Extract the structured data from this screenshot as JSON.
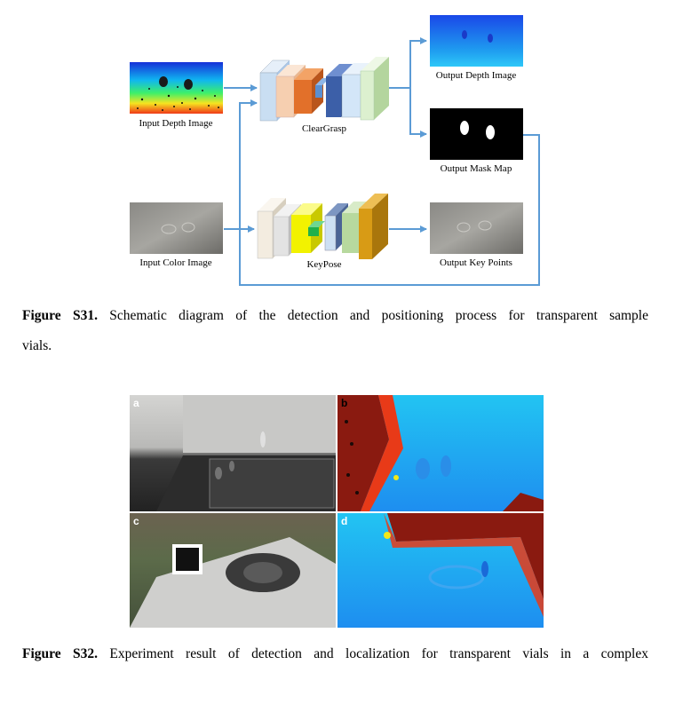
{
  "figure_s31": {
    "labels": {
      "input_depth": "Input Depth Image",
      "cleargrasp": "ClearGrasp",
      "output_depth": "Output Depth Image",
      "output_mask": "Output Mask Map",
      "input_color": "Input Color Image",
      "keypose": "KeyPose",
      "output_keypoints": "Output Key Points"
    },
    "caption": {
      "label": "Figure S31.",
      "line1": "Schematic diagram of the detection and positioning process for transparent sample",
      "line2": "vials."
    },
    "colors": {
      "arrow": "#5b9bd5",
      "cleargrasp_layers": [
        "#c9def2",
        "#f6cfb0",
        "#e2702a",
        "#3c5fa8",
        "#5b8fd0",
        "#d3e6f8",
        "#dcf0cf"
      ],
      "keypose_layers": [
        "#f3ece0",
        "#e3e3e3",
        "#f2f200",
        "#21b04b",
        "#cde0f3",
        "#b7d99e",
        "#d89b15"
      ]
    }
  },
  "figure_s32": {
    "panels": [
      {
        "letter": "a"
      },
      {
        "letter": "b"
      },
      {
        "letter": "c"
      },
      {
        "letter": "d"
      }
    ],
    "caption": {
      "label": "Figure S32.",
      "line1": "Experiment result of detection and localization for transparent vials in a complex"
    }
  }
}
